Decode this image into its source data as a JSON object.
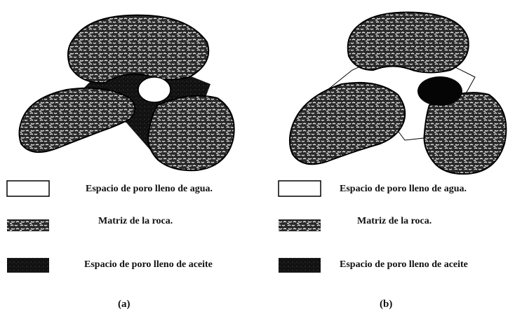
{
  "panels": [
    {
      "tag": "(a)",
      "legend": [
        {
          "key": "water",
          "text": "Espacio de poro lleno de agua."
        },
        {
          "key": "rock",
          "text": "Matriz de la roca."
        },
        {
          "key": "oil",
          "text": "Espacio de poro lleno de aceite"
        }
      ]
    },
    {
      "tag": "(b)",
      "legend": [
        {
          "key": "water",
          "text": "Espacio de poro lleno de agua."
        },
        {
          "key": "rock",
          "text": "Matriz de la roca."
        },
        {
          "key": "oil",
          "text": "Espacio de poro lleno de aceite"
        }
      ]
    }
  ],
  "colors": {
    "oil": "#111111",
    "water": "#ffffff",
    "rock_dark": "#1a1a1a",
    "rock_light": "#ffffff"
  }
}
